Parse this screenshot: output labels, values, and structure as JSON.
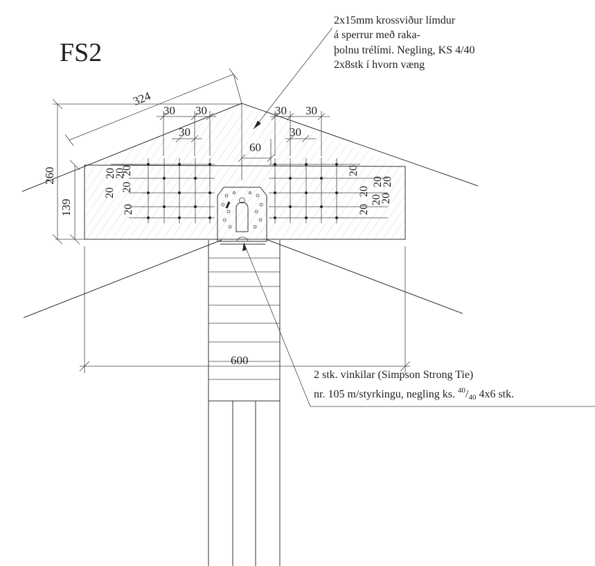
{
  "drawing": {
    "title": "FS2",
    "plywood_note": [
      "2x15mm krossviður límdur",
      "á sperrur með raka-",
      "þolnu trélími. Negling, KS 4/40",
      "2x8stk í hvorn væng"
    ],
    "bracket_note": {
      "line1": "2 stk. vinkilar (Simpson Strong Tie)",
      "line2_prefix": "nr. 105 m/styrkingu, negling ks. ",
      "frac_num": "40",
      "frac_slash": "/",
      "frac_den": "40",
      "line2_suffix": " 4x6 stk."
    },
    "dims": {
      "slope_length": "324",
      "height_total": "260",
      "height_gusset": "139",
      "width": "600",
      "gap": "60",
      "spacing": "30",
      "edge": "20"
    }
  }
}
